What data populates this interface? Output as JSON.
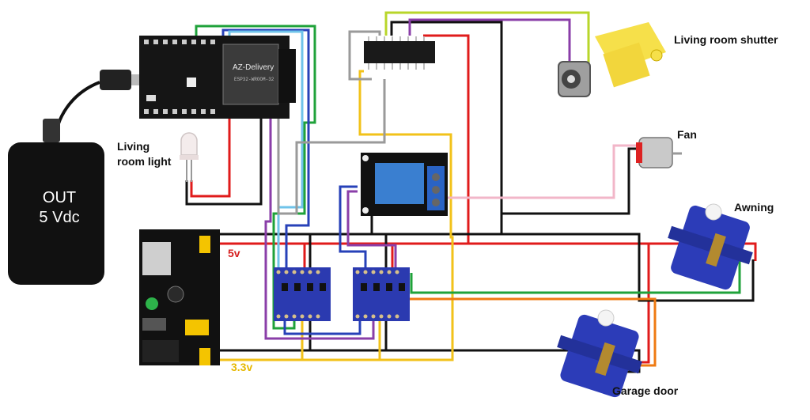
{
  "labels": {
    "shutter": "Living room shutter",
    "fan": "Fan",
    "awning": "Awning",
    "garage": "Garage door",
    "light_line1": "Living",
    "light_line2": "room light",
    "v5": "5v",
    "v33": "3.3v",
    "battery_line1": "OUT",
    "battery_line2": "5 Vdc"
  },
  "board": {
    "brand": "AZ-Delivery",
    "module": "ESP32-WROOM-32"
  },
  "colors": {
    "wire_red": "#e01b1b",
    "wire_black": "#111111",
    "wire_yellow": "#f2c21a",
    "wire_green": "#1fa23a",
    "wire_blue": "#2741b8",
    "wire_purple": "#8a3ea8",
    "wire_orange": "#ef7a12",
    "wire_pink": "#f2b6c8",
    "wire_grey": "#9a9a9a",
    "wire_lime": "#b8d62a",
    "wire_lightblue": "#6fc3ea"
  }
}
